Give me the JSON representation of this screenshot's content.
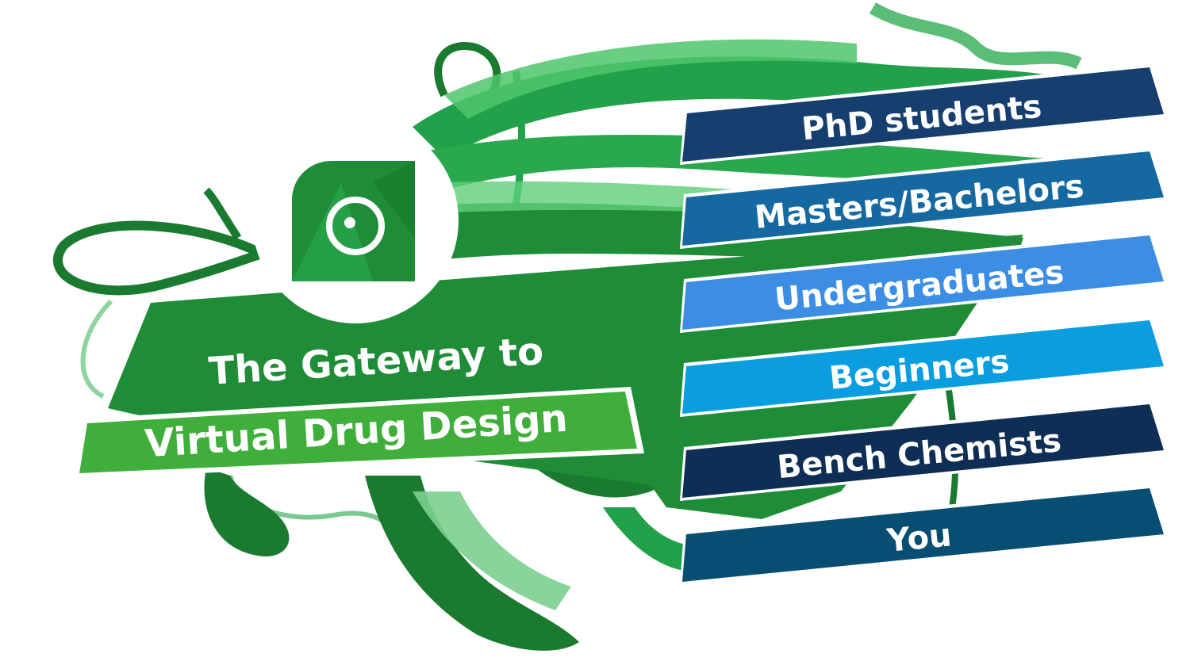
{
  "headline": {
    "line1": "The Gateway to",
    "line2": "Virtual Drug Design"
  },
  "logo": {
    "icon": "target-eye-icon"
  },
  "audience": [
    {
      "label": "PhD students",
      "color": "#163f70"
    },
    {
      "label": "Masters/Bachelors",
      "color": "#1569a0"
    },
    {
      "label": "Undergraduates",
      "color": "#3b8ee3"
    },
    {
      "label": "Beginners",
      "color": "#0a9de0"
    },
    {
      "label": "Bench Chemists",
      "color": "#0f2e55"
    },
    {
      "label": "You",
      "color": "#084e73"
    }
  ],
  "colors": {
    "ribbon_dark": "#1a7a30",
    "ribbon_mid": "#22a048",
    "ribbon_light": "#4fc56c",
    "banner": "#1f8c37",
    "banner_light": "#3fae3a",
    "logo_bg": "#1f8c37"
  }
}
